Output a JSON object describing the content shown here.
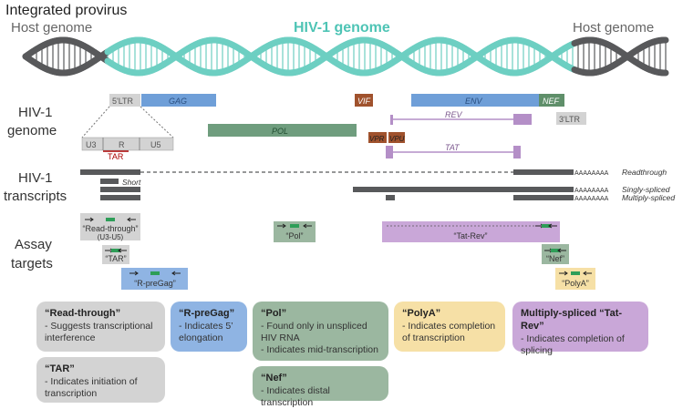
{
  "header": {
    "title": "Integrated provirus",
    "host_left": "Host genome",
    "hiv_genome": "HIV-1 genome",
    "host_right": "Host genome"
  },
  "row_labels": {
    "genome": [
      "HIV-1",
      "genome"
    ],
    "transcripts": [
      "HIV-1",
      "transcripts"
    ],
    "assay": [
      "Assay",
      "targets"
    ]
  },
  "genes": {
    "ltr5": "5'LTR",
    "gag": "GAG",
    "pol": "POL",
    "vif": "VIF",
    "env": "ENV",
    "nef": "NEF",
    "ltr3": "3'LTR",
    "rev": "REV",
    "vpr": "VPR",
    "vpu": "VPU",
    "tat": "TAT",
    "u3": "U3",
    "r": "R",
    "u5": "U5",
    "tar": "TAR"
  },
  "transcripts": {
    "polya": "AAAAAAAA",
    "readthrough": "Readthrough",
    "short": "Short",
    "singly": "Singly-spliced",
    "multiply": "Multiply-spliced"
  },
  "assays": {
    "readthrough": [
      "“Read-through”",
      "(U3-U5)"
    ],
    "pol": "“Pol”",
    "tatrev": "“Tat-Rev”",
    "tar": "“TAR”",
    "nef": "“Nef”",
    "rpregag": "“R-preGag”",
    "polya": "“PolyA”"
  },
  "cards": {
    "readthrough": {
      "title": "“Read-through”",
      "body": "- Suggests transcriptional\ninterference"
    },
    "tar": {
      "title": "“TAR”",
      "body": "- Indicates initiation of\ntranscription"
    },
    "rpregag": {
      "title": "“R-preGag”",
      "body": "- Indicates 5’\nelongation"
    },
    "pol": {
      "title": "“Pol”",
      "body": "- Found only in unspliced\nHIV RNA\n- Indicates mid-transcription"
    },
    "nef": {
      "title": "“Nef”",
      "body": "- Indicates distal transcription"
    },
    "polya": {
      "title": "“PolyA”",
      "body": "- Indicates completion\nof transcription"
    },
    "tatrev": {
      "title": "Multiply-spliced “Tat-Rev”",
      "body": "- Indicates completion of\nsplicing"
    }
  },
  "colors": {
    "teal": "#6dcfc2",
    "host": "#58595b",
    "gag": "#6f9fd8",
    "pol": "#6f9d7e",
    "vif": "#a0522d",
    "env": "#6f9fd8",
    "nef": "#5f8f6a",
    "purple": "#b48fc7",
    "grey_card": "#d3d3d3",
    "blue_card": "#8fb4e3",
    "green_card": "#9bb7a0",
    "yellow_card": "#f6e0a6",
    "purple_card": "#c9a7d8"
  }
}
